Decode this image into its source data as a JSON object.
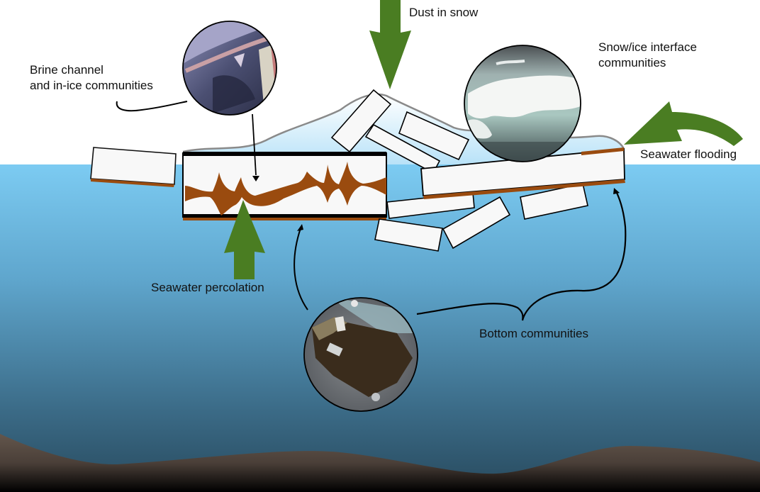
{
  "title": "Sea ice microbial habitats diagram",
  "labels": {
    "brine_line1": "Brine channel",
    "brine_line2": "and in-ice communities",
    "dust": "Dust in snow",
    "snow_ice_line1": "Snow/ice interface",
    "snow_ice_line2": "communities",
    "flooding": "Seawater flooding",
    "percolation": "Seawater percolation",
    "bottom": "Bottom communities"
  },
  "photos": {
    "brine": "brine-channel-photo",
    "snow_ice": "snow-ice-interface-photo",
    "bottom": "bottom-communities-photo"
  },
  "colors": {
    "sky": "#ffffff",
    "water_top": "#7ccbf2",
    "water_mid": "#5a9fc4",
    "water_deep": "#2c5066",
    "sediment": "#63564c",
    "arrow_green": "#4a7d22",
    "algae_brown": "#9a4b0f",
    "ice_fill": "#f8f8f8",
    "snow_blue": "#c4e6f8"
  }
}
